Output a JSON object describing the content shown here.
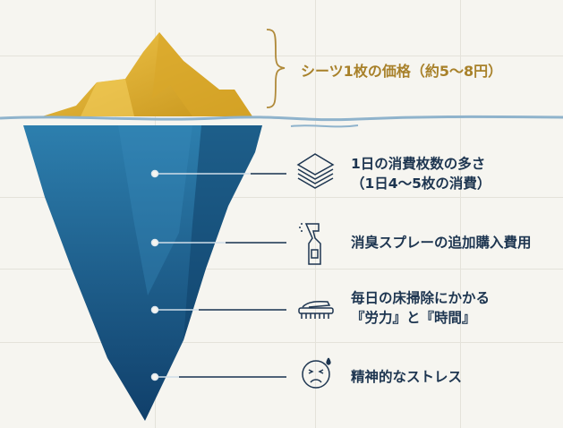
{
  "above_water": {
    "label": "シーツ1枚の価格（約5〜8円）"
  },
  "below_water": {
    "items": [
      {
        "icon": "stacked-sheets-icon",
        "line1": "1日の消費枚数の多さ",
        "line2": "（1日4〜5枚の消費）"
      },
      {
        "icon": "spray-bottle-icon",
        "line1": "消臭スプレーの追加購入費用"
      },
      {
        "icon": "scrub-brush-icon",
        "line1": "毎日の床掃除にかかる",
        "line2": "『労力』と『時間』"
      },
      {
        "icon": "stressed-face-icon",
        "line1": "精神的なストレス"
      }
    ]
  },
  "colors": {
    "gold": "#d9a92a",
    "ice": "#1f6a97",
    "text": "#1d3550",
    "accent_text": "#a8812a"
  }
}
